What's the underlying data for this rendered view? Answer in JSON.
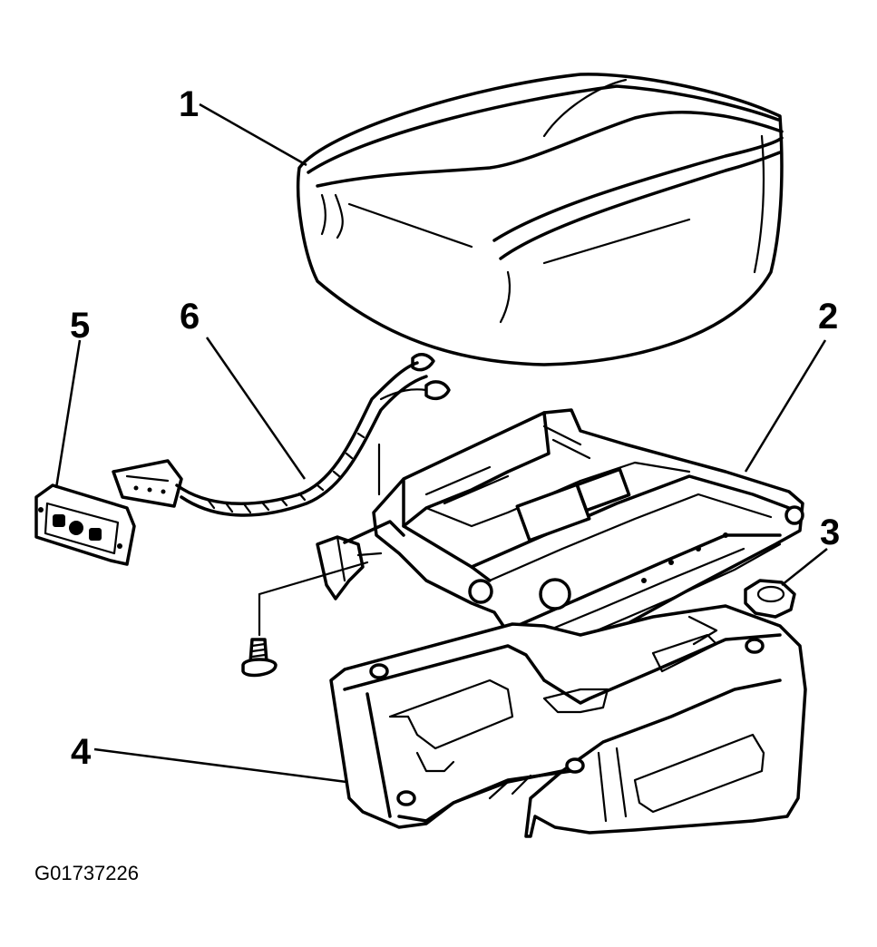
{
  "diagram": {
    "figure_id": "G01737226",
    "callouts": [
      {
        "number": "1",
        "part": "seat-cushion"
      },
      {
        "number": "2",
        "part": "seat-adjuster"
      },
      {
        "number": "3",
        "part": "nut"
      },
      {
        "number": "4",
        "part": "seat-riser"
      },
      {
        "number": "5",
        "part": "seat-switch"
      },
      {
        "number": "6",
        "part": "wiring-harness"
      }
    ]
  }
}
